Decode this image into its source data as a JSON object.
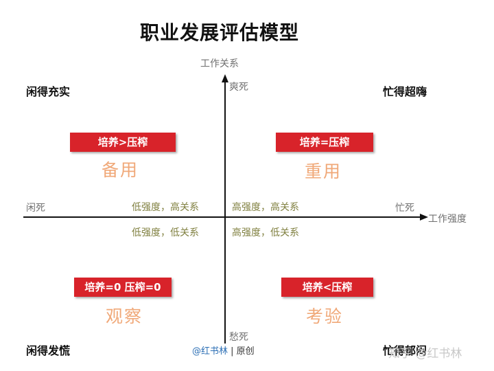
{
  "title": "职业发展评估模型",
  "axes": {
    "y_label": "工作关系",
    "y_top": "爽死",
    "y_bottom": "愁死",
    "x_label": "工作强度",
    "x_left": "闲死",
    "x_right": "忙死"
  },
  "corners": {
    "top_left": "闲得充实",
    "top_right": "忙得超嗨",
    "bottom_left": "闲得发慌",
    "bottom_right": "忙得郁闷"
  },
  "quadrants": {
    "top_left": {
      "desc": "低强度，高关系",
      "badge": "培养>压榨",
      "name": "备用"
    },
    "top_right": {
      "desc": "高强度，高关系",
      "badge": "培养=压榨",
      "name": "重用"
    },
    "bottom_left": {
      "desc": "低强度，低关系",
      "badge": "培养=0 压榨=0",
      "name": "观察"
    },
    "bottom_right": {
      "desc": "高强度，低关系",
      "badge": "培养<压榨",
      "name": "考验"
    }
  },
  "credit": {
    "prefix": "@",
    "name": "红书林",
    "sep": " | ",
    "suffix": "原创"
  },
  "watermark": "知乎 @红书林",
  "colors": {
    "badge": "#d8232a",
    "quadrant_name": "#f0a878",
    "axis": "#111111"
  }
}
